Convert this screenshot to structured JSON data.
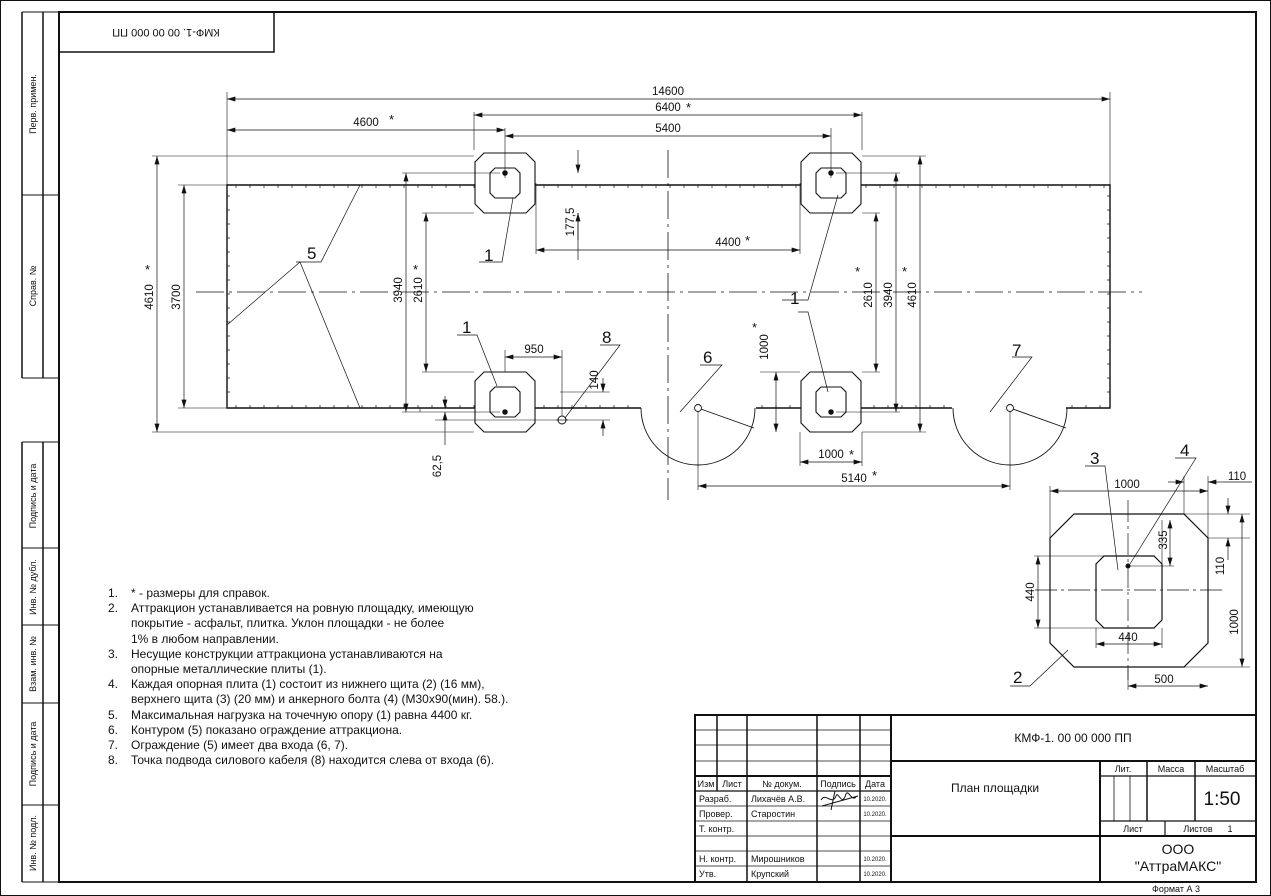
{
  "designation": "КМФ-1. 00 00 000 ПП",
  "designation_mirrored": "КМФ-1. 00 00 000 ПП",
  "side_labels": [
    "Перв. примен.",
    "Справ. №",
    "Подпись и дата",
    "Инв. № дубл.",
    "Взам. инв. №",
    "Подпись и дата",
    "Инв. № подл."
  ],
  "plan": {
    "dims": {
      "overall": "14600",
      "d6400": "6400",
      "d4600": "4600",
      "d5400": "5400",
      "d4400": "4400",
      "d177": "177,5",
      "d4610_left": "4610",
      "d3700": "3700",
      "d3940_left": "3940",
      "d2610_left": "2610",
      "d2610_right": "2610",
      "d3940_right": "3940",
      "d4610_right": "4610",
      "d950": "950",
      "d140": "140",
      "d62": "62,5",
      "d1000_v": "1000",
      "d1000_h": "1000",
      "d5140": "5140"
    },
    "ref_star": "*",
    "callouts": [
      "1",
      "1",
      "1",
      "5",
      "6",
      "7",
      "8"
    ]
  },
  "detail": {
    "dims": {
      "d1000_top": "1000",
      "d110_top": "110",
      "d335": "335",
      "d110_right": "110",
      "d440_left": "440",
      "d440_bottom": "440",
      "d1000_right": "1000",
      "d500": "500"
    },
    "callouts": [
      "3",
      "4",
      "2"
    ]
  },
  "notes": [
    {
      "num": "1.",
      "text": "* - размеры для справок."
    },
    {
      "num": "2.",
      "text": "Аттракцион устанавливается на ровную площадку, имеющую\n покрытие - асфальт, плитка. Уклон площадки - не более\n 1%   в любом направлении."
    },
    {
      "num": "3.",
      "text": "Несущие конструкции аттракциона устанавливаются на\n опорные металлические плиты (1)."
    },
    {
      "num": "4.",
      "text": "Каждая опорная плита (1) состоит из нижнего щита (2) (16 мм),\n верхнего щита (3) (20 мм) и анкерного болта (4) (М30х90(мин). 58.)."
    },
    {
      "num": "5.",
      "text": "Максимальная нагрузка на точечную опору (1) равна 4400 кг."
    },
    {
      "num": "6.",
      "text": "Контуром (5) показано ограждение аттракциона."
    },
    {
      "num": "7.",
      "text": "Ограждение (5) имеет два входа (6, 7)."
    },
    {
      "num": "8.",
      "text": "Точка подвода силового кабеля (8) находится слева от входа (6)."
    }
  ],
  "title_block": {
    "designation": "КМФ-1. 00 00 000 ПП",
    "name": "План площадки",
    "org_line1": "ООО",
    "org_line2": "\"АттраМАКС\"",
    "col_izm": "Изм",
    "col_list": "Лист",
    "col_docnum": "№ докум.",
    "col_sign": "Подпись",
    "col_date": "Дата",
    "lit": "Лит.",
    "mass": "Масса",
    "scale_label": "Масштаб",
    "scale": "1:50",
    "sheet": "Лист",
    "sheets": "Листов",
    "sheets_count": "1",
    "format": "Формат  А 3",
    "rows": [
      {
        "role": "Разраб.",
        "name": "Лихачёв А.В.",
        "date": "10.2020."
      },
      {
        "role": "Провер.",
        "name": "Старостин",
        "date": "10.2020."
      },
      {
        "role": "Т. контр.",
        "name": "",
        "date": ""
      },
      {
        "role": "",
        "name": "",
        "date": ""
      },
      {
        "role": "Н. контр.",
        "name": "Мирошников",
        "date": "10.2020."
      },
      {
        "role": "Утв.",
        "name": "Крупский",
        "date": "10.2020."
      }
    ]
  }
}
